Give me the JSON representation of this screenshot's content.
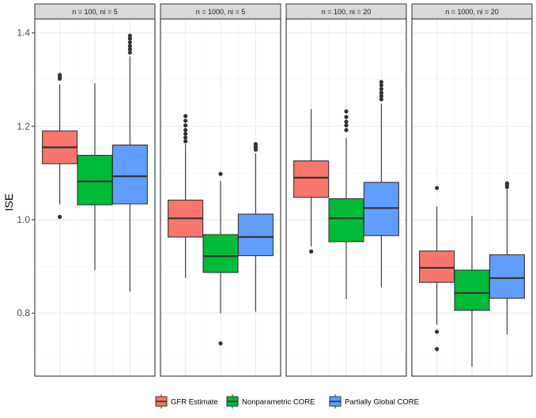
{
  "chart_data": {
    "type": "boxplot",
    "ylabel": "ISE",
    "xlabel": "",
    "ylim": [
      0.665,
      1.43
    ],
    "yticks": [
      0.8,
      1.0,
      1.2,
      1.4
    ],
    "ytick_labels": [
      "0.8",
      "1.0",
      "1.2",
      "1.4"
    ],
    "grid": true,
    "legend_position": "bottom",
    "series": [
      {
        "name": "GFR Estimate",
        "color": "#F8766D"
      },
      {
        "name": "Nonparametric CORE",
        "color": "#00BA38"
      },
      {
        "name": "Partially Global CORE",
        "color": "#619CFF"
      }
    ],
    "panels": [
      {
        "label": "n = 100,  ni = 5",
        "boxes": [
          {
            "whisker_low": 1.033,
            "q1": 1.12,
            "median": 1.155,
            "q3": 1.19,
            "whisker_high": 1.29,
            "outliers": [
              1.006,
              1.302,
              1.306,
              1.31
            ]
          },
          {
            "whisker_low": 0.892,
            "q1": 1.032,
            "median": 1.082,
            "q3": 1.138,
            "whisker_high": 1.293,
            "outliers": []
          },
          {
            "whisker_low": 0.846,
            "q1": 1.034,
            "median": 1.093,
            "q3": 1.16,
            "whisker_high": 1.35,
            "outliers": [
              1.358,
              1.365,
              1.372,
              1.38,
              1.388,
              1.394
            ]
          }
        ]
      },
      {
        "label": "n = 1000,  ni = 5",
        "boxes": [
          {
            "whisker_low": 0.875,
            "q1": 0.963,
            "median": 1.003,
            "q3": 1.042,
            "whisker_high": 1.162,
            "outliers": [
              1.168,
              1.176,
              1.184,
              1.192,
              1.202,
              1.212,
              1.222
            ]
          },
          {
            "whisker_low": 0.8,
            "q1": 0.887,
            "median": 0.922,
            "q3": 0.968,
            "whisker_high": 1.083,
            "outliers": [
              0.735,
              1.098
            ]
          },
          {
            "whisker_low": 0.803,
            "q1": 0.923,
            "median": 0.963,
            "q3": 1.012,
            "whisker_high": 1.142,
            "outliers": [
              1.15,
              1.154,
              1.158,
              1.162
            ]
          }
        ]
      },
      {
        "label": "n = 100,  ni = 20",
        "boxes": [
          {
            "whisker_low": 0.943,
            "q1": 1.048,
            "median": 1.09,
            "q3": 1.126,
            "whisker_high": 1.237,
            "outliers": [
              0.932
            ]
          },
          {
            "whisker_low": 0.83,
            "q1": 0.953,
            "median": 1.003,
            "q3": 1.045,
            "whisker_high": 1.175,
            "outliers": [
              1.192,
              1.202,
              1.21,
              1.22,
              1.232
            ]
          },
          {
            "whisker_low": 0.855,
            "q1": 0.966,
            "median": 1.025,
            "q3": 1.08,
            "whisker_high": 1.248,
            "outliers": [
              1.258,
              1.265,
              1.272,
              1.28,
              1.288,
              1.295
            ]
          }
        ]
      },
      {
        "label": "n = 1000,  ni = 20",
        "boxes": [
          {
            "whisker_low": 0.775,
            "q1": 0.866,
            "median": 0.897,
            "q3": 0.933,
            "whisker_high": 1.028,
            "outliers": [
              0.723,
              0.76,
              1.068
            ]
          },
          {
            "whisker_low": 0.685,
            "q1": 0.806,
            "median": 0.843,
            "q3": 0.892,
            "whisker_high": 1.008,
            "outliers": []
          },
          {
            "whisker_low": 0.754,
            "q1": 0.832,
            "median": 0.875,
            "q3": 0.925,
            "whisker_high": 1.065,
            "outliers": [
              1.07,
              1.074,
              1.078
            ]
          }
        ]
      }
    ]
  }
}
